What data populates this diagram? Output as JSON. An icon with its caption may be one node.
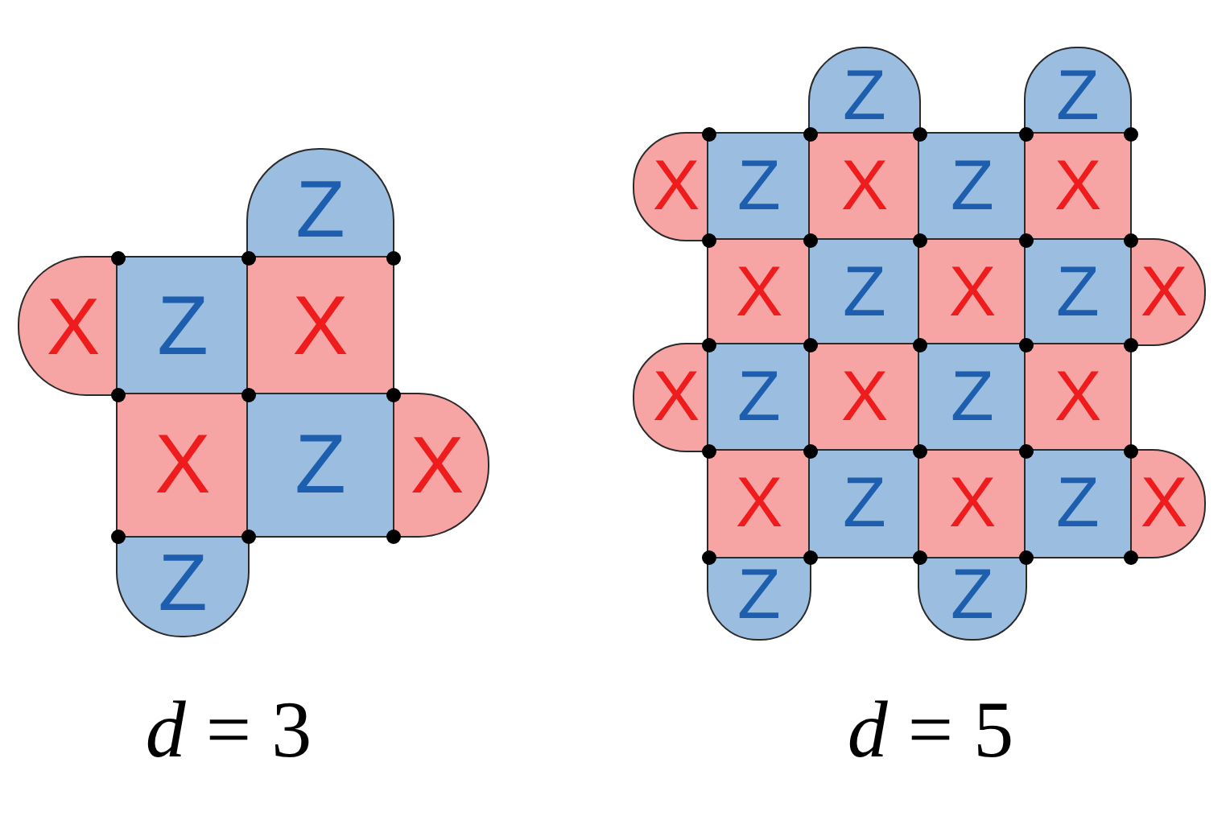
{
  "diagram": {
    "nodes": [
      {
        "text": [
          "Z"
        ]
      },
      {
        "text": [
          "X"
        ]
      },
      {
        "text": [
          "Z"
        ]
      },
      {
        "text": [
          "X"
        ]
      },
      {
        "text": [
          "X"
        ]
      },
      {
        "text": [
          "Z"
        ]
      },
      {
        "text": [
          "X"
        ]
      },
      {
        "text": [
          "Z"
        ]
      },
      {
        "text": [
          "Z"
        ]
      },
      {
        "text": [
          "Z"
        ]
      },
      {
        "text": [
          "X"
        ]
      },
      {
        "text": [
          "Z"
        ]
      },
      {
        "text": [
          "X"
        ]
      },
      {
        "text": [
          "Z"
        ]
      },
      {
        "text": [
          "X"
        ]
      },
      {
        "text": [
          "X"
        ]
      },
      {
        "text": [
          "Z"
        ]
      },
      {
        "text": [
          "X"
        ]
      },
      {
        "text": [
          "Z"
        ]
      },
      {
        "text": [
          "X"
        ]
      },
      {
        "text": [
          "X"
        ]
      },
      {
        "text": [
          "Z"
        ]
      },
      {
        "text": [
          "X"
        ]
      },
      {
        "text": [
          "Z"
        ]
      },
      {
        "text": [
          "X"
        ]
      },
      {
        "text": [
          "X"
        ]
      },
      {
        "text": [
          "Z"
        ]
      },
      {
        "text": [
          "X"
        ]
      },
      {
        "text": [
          "Z"
        ]
      },
      {
        "text": [
          "X"
        ]
      },
      {
        "text": [
          "Z"
        ]
      },
      {
        "text": [
          "Z"
        ]
      }
    ],
    "labels": [
      "*d* = 3",
      "*d* = 5"
    ]
  }
}
